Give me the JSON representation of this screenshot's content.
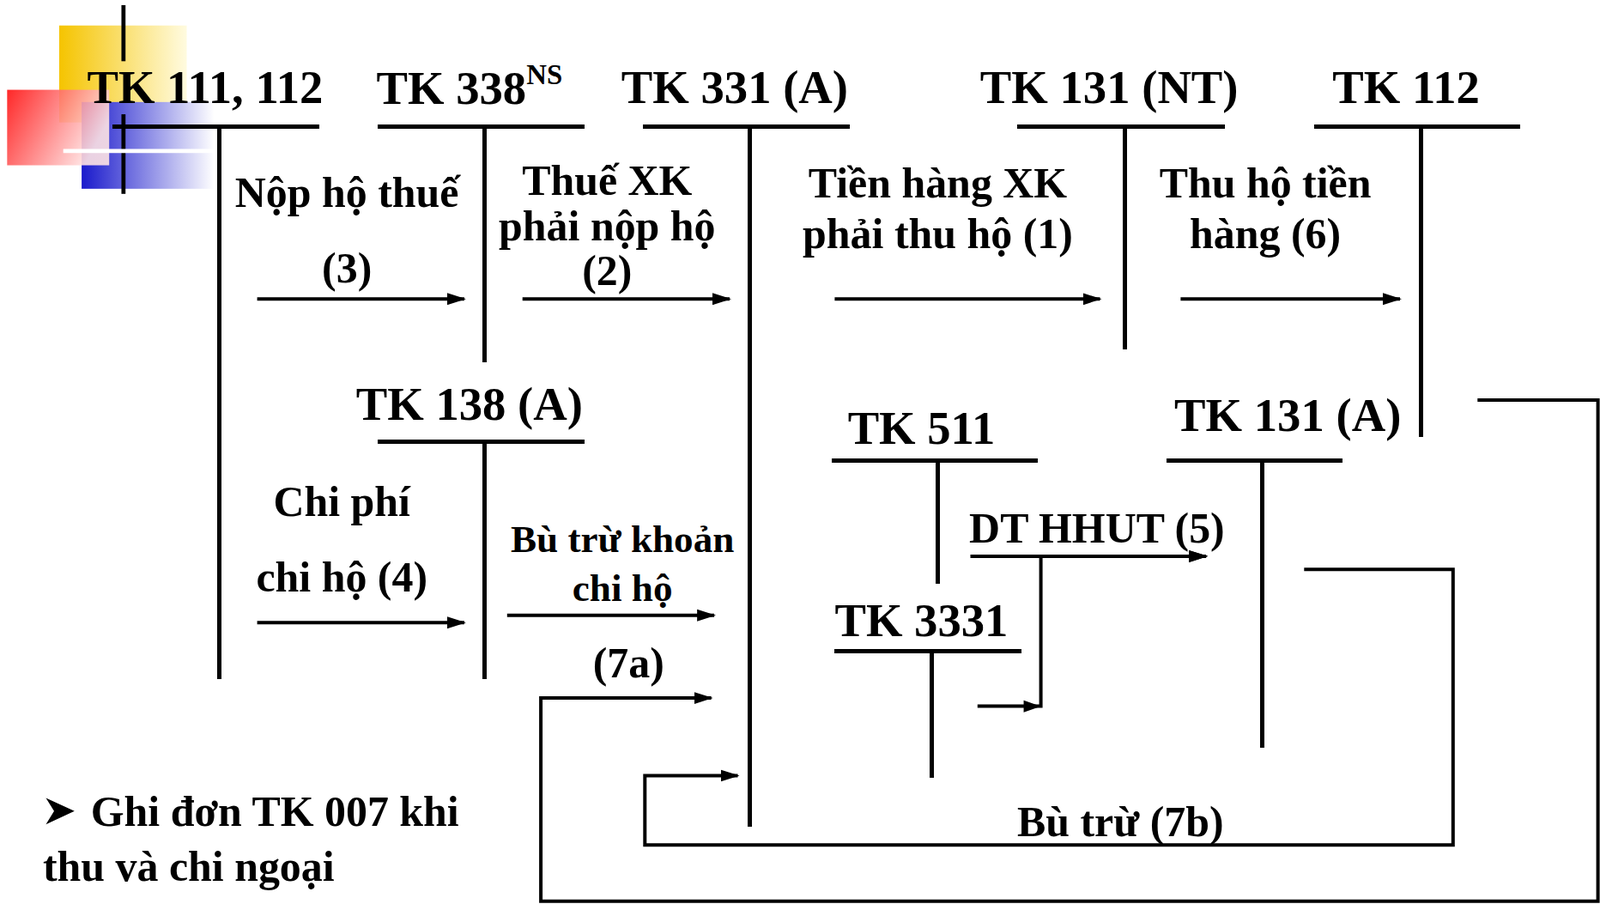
{
  "diagram": {
    "nodes": [
      {
        "text": [
          "TK 111, 112"
        ]
      },
      {
        "text": [
          "TK 338",
          "NS"
        ]
      },
      {
        "text": [
          "TK 331 (A)"
        ]
      },
      {
        "text": [
          "TK 131 (NT)"
        ]
      },
      {
        "text": [
          "TK 112"
        ]
      },
      {
        "text": [
          "TK 138 (A)"
        ]
      },
      {
        "text": [
          "TK 511"
        ]
      },
      {
        "text": [
          "TK 131 (A)"
        ]
      },
      {
        "text": [
          "TK 3331"
        ]
      }
    ],
    "edges": [
      {
        "from": 0,
        "to": 1,
        "label": "Nộp hộ thuế (3)",
        "arrow": "to"
      },
      {
        "from": 1,
        "to": 2,
        "label": "Thuế XK phải nộp hộ (2)",
        "arrow": "to"
      },
      {
        "from": 2,
        "to": 3,
        "label": "Tiền hàng XK phải thu hộ (1)",
        "arrow": "to"
      },
      {
        "from": 3,
        "to": 4,
        "label": "Thu hộ tiền hàng (6)",
        "arrow": "to"
      },
      {
        "from": 0,
        "to": 5,
        "label": "Chi phí chi hộ (4)",
        "arrow": "to"
      },
      {
        "from": 5,
        "to": 2,
        "label": "Bù trừ khoản chi hộ",
        "arrow": "to"
      },
      {
        "from": 6,
        "to": 7,
        "label": "DT HHUT (5)",
        "arrow": "to"
      },
      {
        "from": 8,
        "to": 7,
        "arrow": "to"
      },
      {
        "from": 4,
        "to": 2,
        "arrow": "to"
      },
      {
        "from": 7,
        "to": 2,
        "label": "Bù trừ (7b)",
        "arrow": "to"
      }
    ],
    "labels": [
      "(7a)",
      "Ghi đơn TK 007 khi thu và chi ngoại"
    ]
  }
}
